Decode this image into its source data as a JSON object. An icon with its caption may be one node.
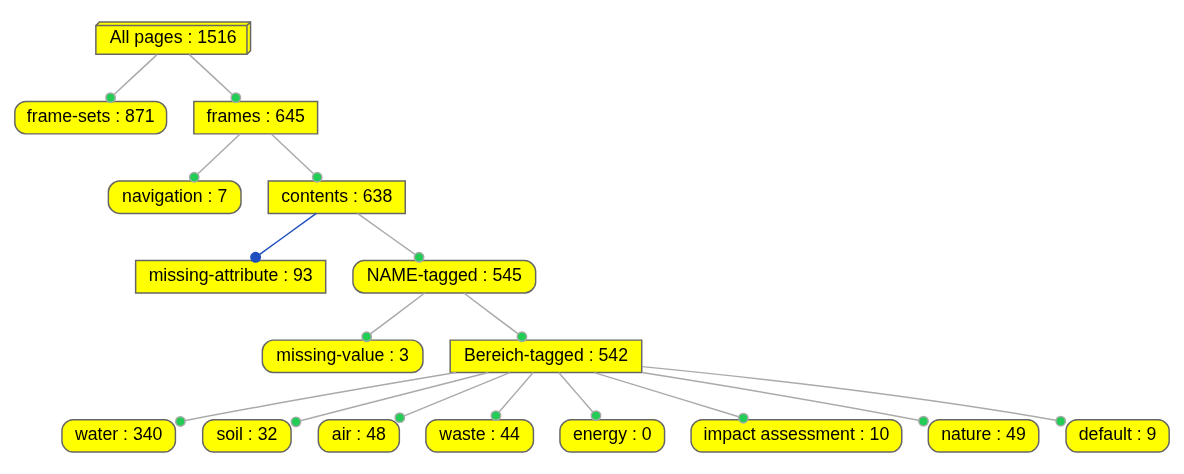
{
  "diagram": {
    "nodes": [
      {
        "text": [
          "All pages : 1516"
        ]
      },
      {
        "text": [
          "frame-sets : 871"
        ]
      },
      {
        "text": [
          "frames : 645"
        ]
      },
      {
        "text": [
          "navigation : 7"
        ]
      },
      {
        "text": [
          "contents : 638"
        ]
      },
      {
        "text": [
          "missing-attribute : 93"
        ]
      },
      {
        "text": [
          "NAME-tagged : 545"
        ]
      },
      {
        "text": [
          "missing-value : 3"
        ]
      },
      {
        "text": [
          "Bereich-tagged : 542"
        ]
      },
      {
        "text": [
          "water : 340"
        ]
      },
      {
        "text": [
          "soil : 32"
        ]
      },
      {
        "text": [
          "air : 48"
        ]
      },
      {
        "text": [
          "waste : 44"
        ]
      },
      {
        "text": [
          "energy : 0"
        ]
      },
      {
        "text": [
          "impact assessment : 10"
        ]
      },
      {
        "text": [
          "nature : 49"
        ]
      },
      {
        "text": [
          "default : 9"
        ]
      }
    ],
    "edges": [
      {
        "from": 0,
        "to": 1,
        "arrow": "other"
      },
      {
        "from": 0,
        "to": 2,
        "arrow": "other"
      },
      {
        "from": 2,
        "to": 3,
        "arrow": "other"
      },
      {
        "from": 2,
        "to": 4,
        "arrow": "other"
      },
      {
        "from": 4,
        "to": 5,
        "arrow": "other",
        "color": "#1f4fbf"
      },
      {
        "from": 4,
        "to": 6,
        "arrow": "other"
      },
      {
        "from": 6,
        "to": 7,
        "arrow": "other"
      },
      {
        "from": 6,
        "to": 8,
        "arrow": "other"
      },
      {
        "from": 8,
        "to": 9,
        "arrow": "other"
      },
      {
        "from": 8,
        "to": 10,
        "arrow": "other"
      },
      {
        "from": 8,
        "to": 11,
        "arrow": "other"
      },
      {
        "from": 8,
        "to": 12,
        "arrow": "other"
      },
      {
        "from": 8,
        "to": 13,
        "arrow": "other"
      },
      {
        "from": 8,
        "to": 14,
        "arrow": "other"
      },
      {
        "from": 8,
        "to": 15,
        "arrow": "other"
      },
      {
        "from": 8,
        "to": 16,
        "arrow": "other"
      }
    ]
  }
}
